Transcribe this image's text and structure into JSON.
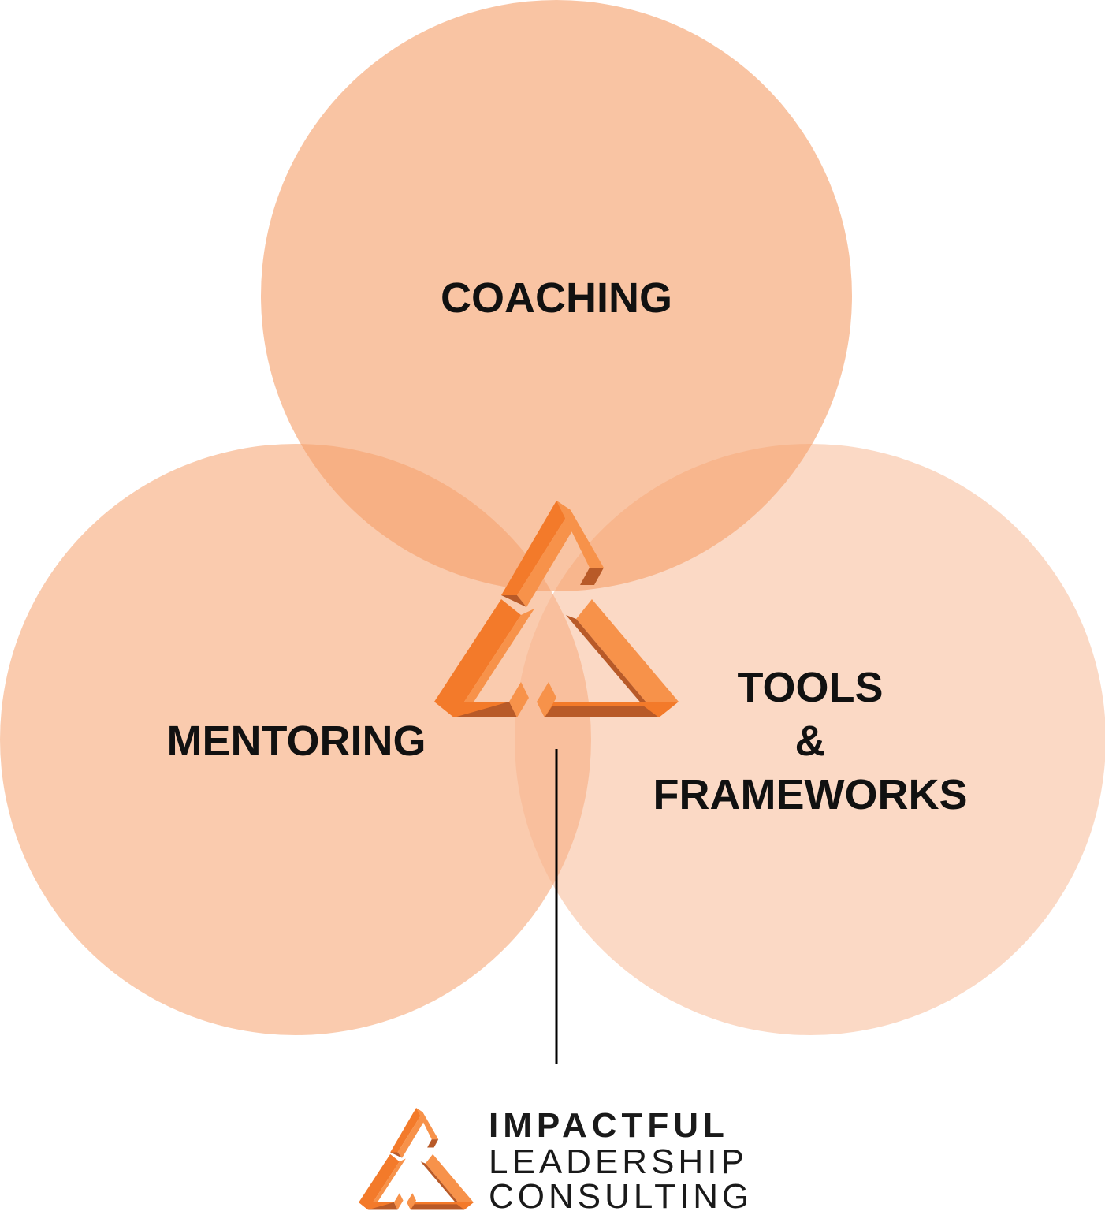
{
  "circles": {
    "top": {
      "label": "COACHING",
      "color": "#F5A06B",
      "opacity": 0.62
    },
    "left": {
      "label": "MENTORING",
      "color": "#F5A06B",
      "opacity": 0.55
    },
    "right": {
      "label_lines": [
        "TOOLS",
        "&",
        "FRAMEWORKS"
      ],
      "color": "#F7B38B",
      "opacity": 0.5
    }
  },
  "logo": {
    "icon": "impossible-triangle-icon",
    "color_light": "#F7924A",
    "color_mid": "#F37A2A",
    "color_dark": "#B85A28",
    "lines": [
      "IMPACTFUL",
      "LEADERSHIP",
      "CONSULTING"
    ]
  },
  "connector_color": "#000000"
}
